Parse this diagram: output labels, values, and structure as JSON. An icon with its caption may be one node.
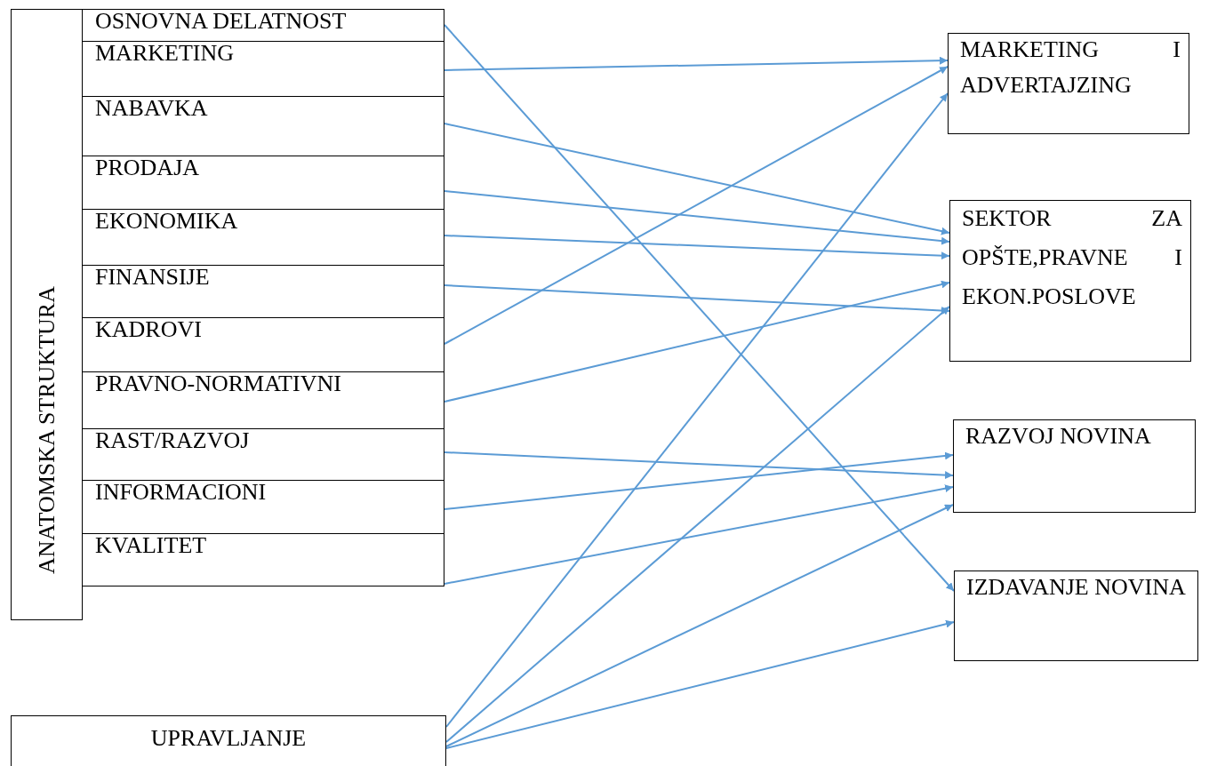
{
  "diagram": {
    "nodes": [
      {
        "text": [
          "ANATOMSKA STRUKTURA"
        ]
      },
      {
        "text": [
          "OSNOVNA  DELATNOST"
        ]
      },
      {
        "text": [
          "MARKETING"
        ]
      },
      {
        "text": [
          "NABAVKA"
        ]
      },
      {
        "text": [
          "PRODAJA"
        ]
      },
      {
        "text": [
          "EKONOMIKA"
        ]
      },
      {
        "text": [
          "FINANSIJE"
        ]
      },
      {
        "text": [
          "KADROVI"
        ]
      },
      {
        "text": [
          "PRAVNO-NORMATIVNI"
        ]
      },
      {
        "text": [
          "RAST/RAZVOJ"
        ]
      },
      {
        "text": [
          "INFORMACIONI"
        ]
      },
      {
        "text": [
          "KVALITET"
        ]
      },
      {
        "text": [
          "MARKETING I ADVERTAJZING"
        ]
      },
      {
        "text": [
          "SEKTOR ZA OPŠTE,PRAVNE I EKON.POSLOVE"
        ]
      },
      {
        "text": [
          "RAZVOJ NOVINA"
        ]
      },
      {
        "text": [
          "IZDAVANJE NOVINA"
        ]
      },
      {
        "text": [
          "UPRAVLJANJE"
        ]
      }
    ],
    "edges": [
      {
        "from": 1,
        "to": 15,
        "arrow": "to"
      },
      {
        "from": 2,
        "to": 12,
        "arrow": "to"
      },
      {
        "from": 3,
        "to": 13,
        "arrow": "to"
      },
      {
        "from": 4,
        "to": 13,
        "arrow": "to"
      },
      {
        "from": 5,
        "to": 13,
        "arrow": "to"
      },
      {
        "from": 6,
        "to": 13,
        "arrow": "to"
      },
      {
        "from": 7,
        "to": 12,
        "arrow": "to"
      },
      {
        "from": 8,
        "to": 13,
        "arrow": "to"
      },
      {
        "from": 9,
        "to": 14,
        "arrow": "to"
      },
      {
        "from": 10,
        "to": 14,
        "arrow": "to"
      },
      {
        "from": 11,
        "to": 14,
        "arrow": "to"
      },
      {
        "from": 16,
        "to": 12,
        "arrow": "to"
      },
      {
        "from": 16,
        "to": 13,
        "arrow": "to"
      },
      {
        "from": 16,
        "to": 14,
        "arrow": "to"
      },
      {
        "from": 16,
        "to": 15,
        "arrow": "to"
      }
    ]
  }
}
